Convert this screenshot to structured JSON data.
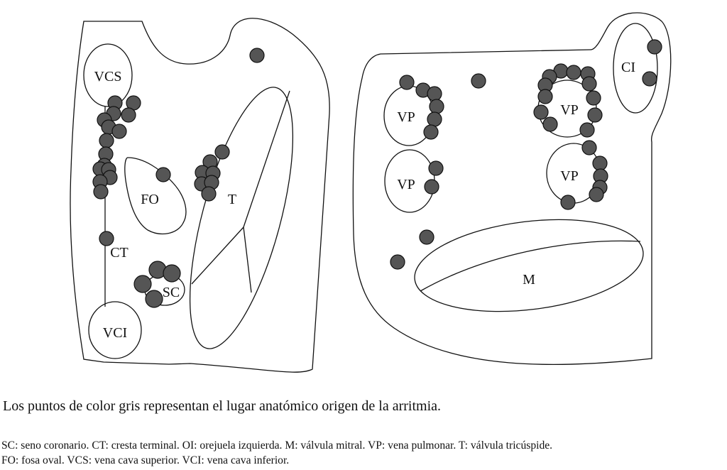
{
  "labels": {
    "vcs": "VCS",
    "vci": "VCI",
    "fo": "FO",
    "t": "T",
    "ct": "CT",
    "sc": "SC",
    "vp_upper_left": "VP",
    "vp_lower_left": "VP",
    "vp_upper_right": "VP",
    "vp_lower_right": "VP",
    "ci": "CI",
    "m": "M"
  },
  "caption": "Los puntos de color gris representan el lugar anatómico origen de la arritmia.",
  "legend": {
    "line1": "SC: seno coronario. CT: cresta terminal. OI: orejuela izquierda. M: válvula mitral. VP: vena pulmonar. T: válvula tricúspide.",
    "line2": "FO: fosa oval. VCS: vena cava superior. VCI: vena cava inferior."
  },
  "colors": {
    "dot_fill": "#555555",
    "outline": "#111111"
  }
}
